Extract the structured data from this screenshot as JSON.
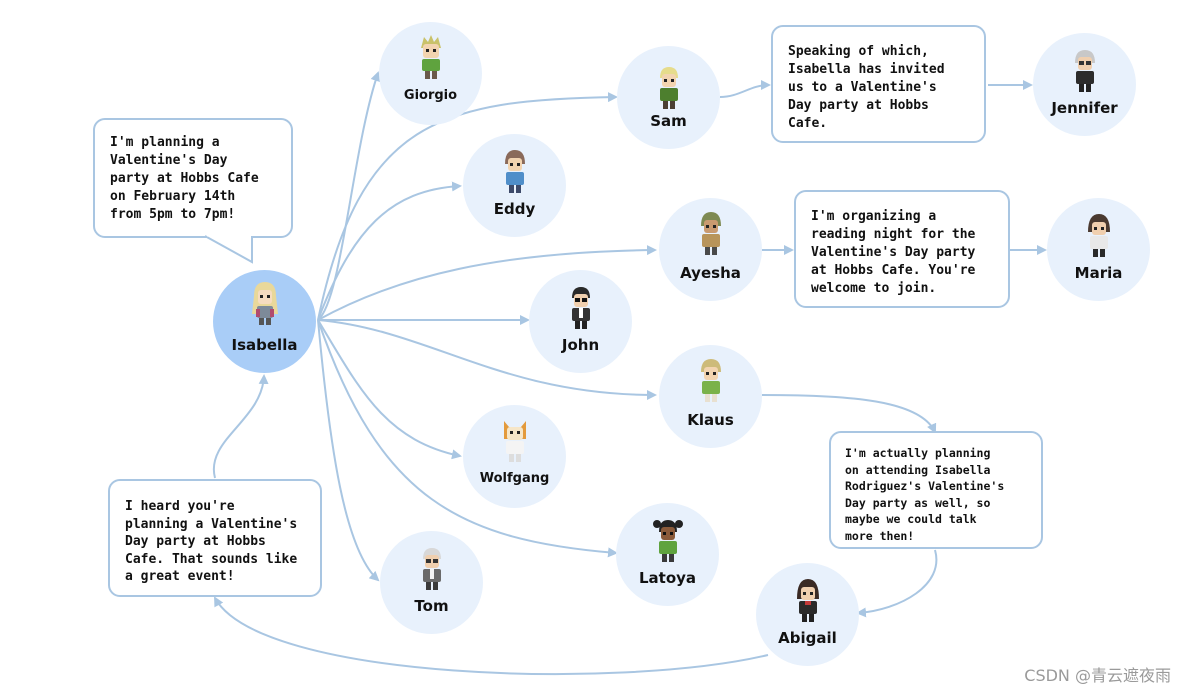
{
  "agents": {
    "isabella": "Isabella",
    "giorgio": "Giorgio",
    "sam": "Sam",
    "jennifer": "Jennifer",
    "eddy": "Eddy",
    "ayesha": "Ayesha",
    "maria": "Maria",
    "john": "John",
    "klaus": "Klaus",
    "wolfgang": "Wolfgang",
    "latoya": "Latoya",
    "tom": "Tom",
    "abigail": "Abigail"
  },
  "messages": {
    "isabella": "I'm planning a\nValentine's Day\nparty at Hobbs Cafe\non February 14th\nfrom 5pm to 7pm!",
    "sam": "Speaking of which,\nIsabella has invited\nus to a Valentine's\nDay party at Hobbs\nCafe.",
    "ayesha": "I'm organizing a\nreading night for the\nValentine's Day party\nat Hobbs Cafe. You're\nwelcome to join.",
    "klaus": "I'm actually planning\non attending Isabella\nRodriguez's Valentine's\nDay party as well, so\nmaybe we could talk\nmore then!",
    "tom": "I heard you're\nplanning a Valentine's\nDay party at Hobbs\nCafe. That sounds like\na great event!"
  },
  "watermark": "CSDN @青云遮夜雨",
  "colors": {
    "node": "#e8f1fc",
    "node_main": "#a9cdf7",
    "edge": "#a9c6e2",
    "bubble_border": "#a9c6e2"
  }
}
